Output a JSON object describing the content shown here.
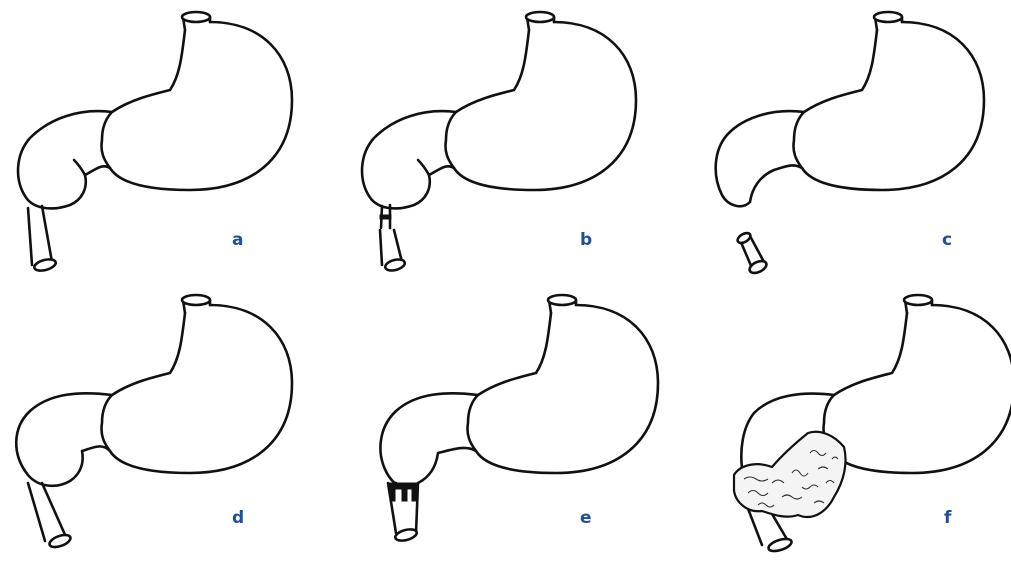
{
  "panels": [
    {
      "label": "a"
    },
    {
      "label": "b"
    },
    {
      "label": "c"
    },
    {
      "label": "d"
    },
    {
      "label": "e"
    },
    {
      "label": "f"
    }
  ],
  "colors": {
    "label": "#1f4e9c",
    "stroke": "#111111",
    "background": "#ffffff"
  }
}
